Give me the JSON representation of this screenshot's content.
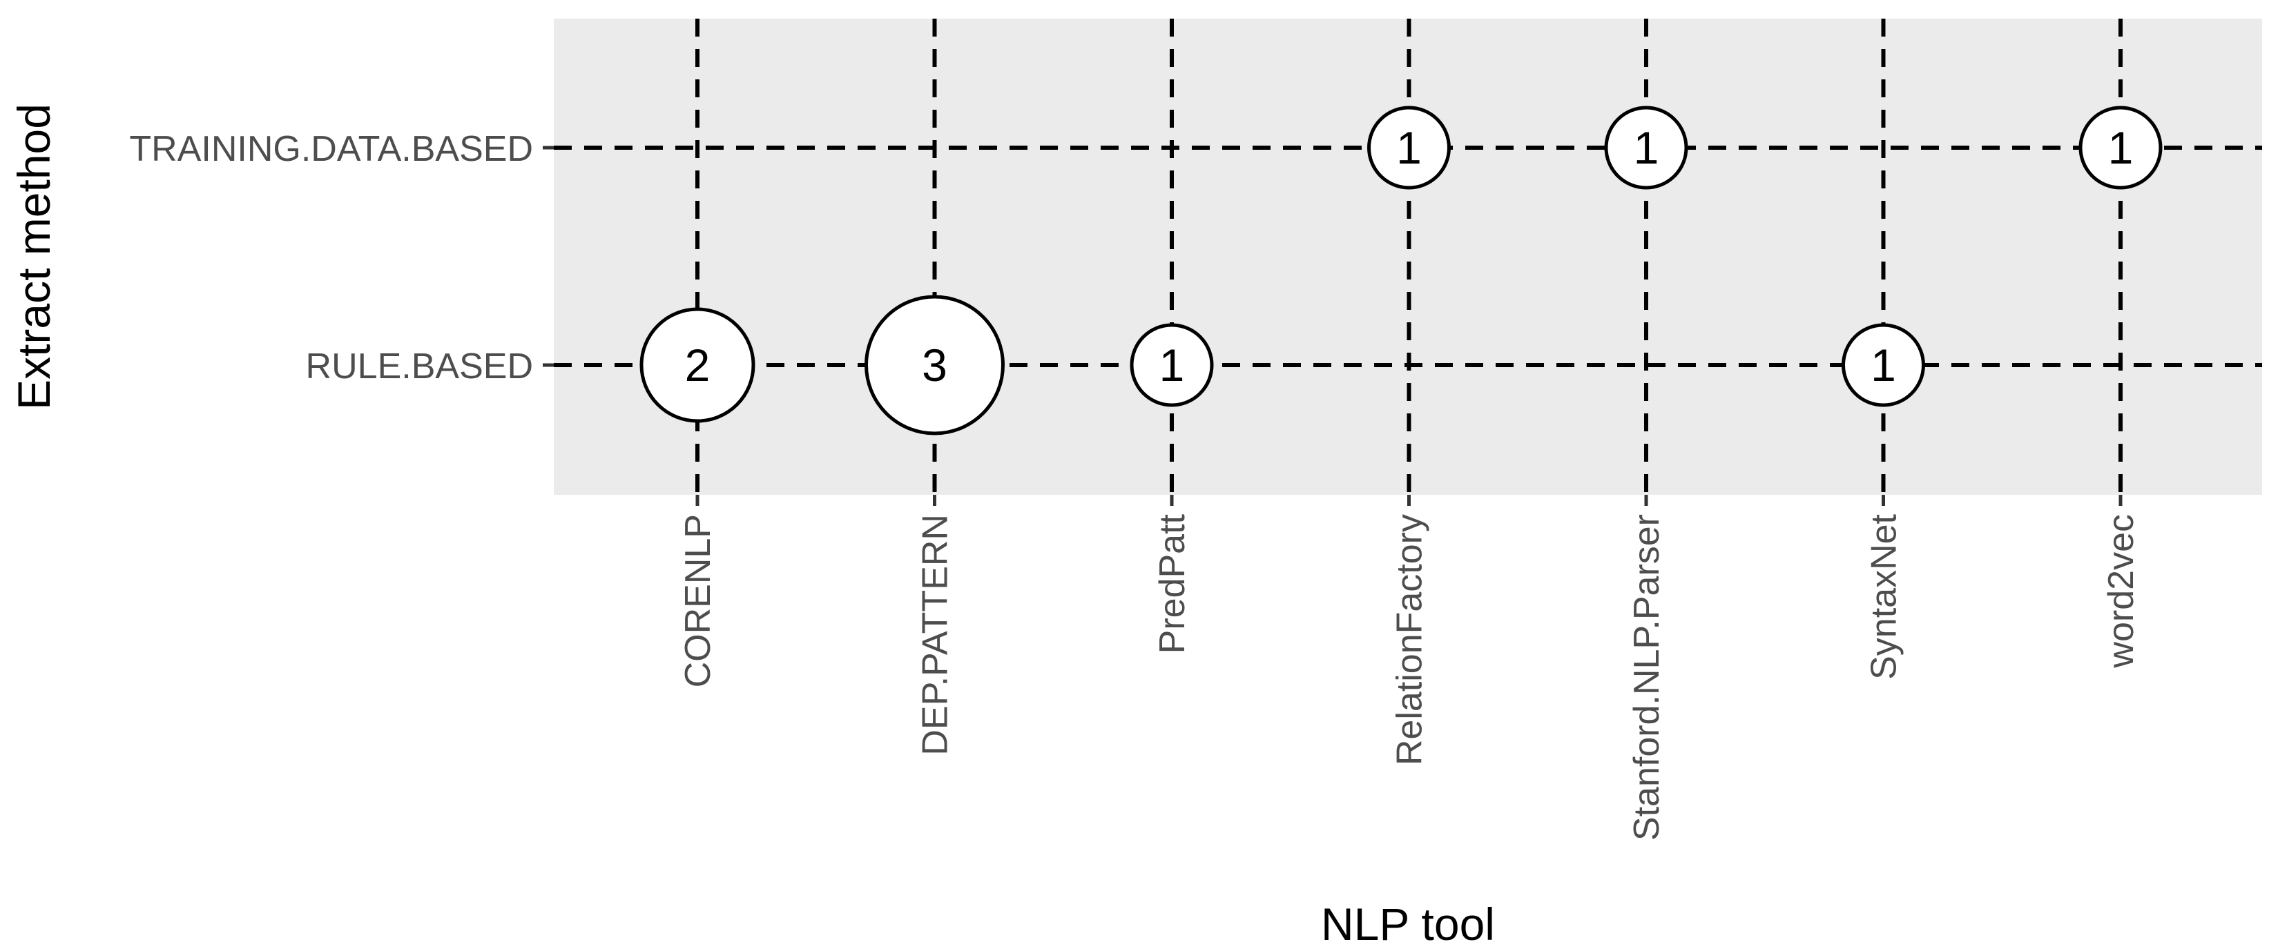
{
  "chart_data": {
    "type": "scatter",
    "xlabel": "NLP tool",
    "ylabel": "Extract method",
    "categories": [
      "CORENLP",
      "DEP.PATTERN",
      "PredPatt",
      "RelationFactory",
      "Stanford.NLP.Parser",
      "SyntaxNet",
      "word2vec"
    ],
    "y_categories": [
      "TRAINING.DATA.BASED",
      "RULE.BASED"
    ],
    "points": [
      {
        "x": "CORENLP",
        "y": "RULE.BASED",
        "value": 2
      },
      {
        "x": "DEP.PATTERN",
        "y": "RULE.BASED",
        "value": 3
      },
      {
        "x": "PredPatt",
        "y": "RULE.BASED",
        "value": 1
      },
      {
        "x": "SyntaxNet",
        "y": "RULE.BASED",
        "value": 1
      },
      {
        "x": "RelationFactory",
        "y": "TRAINING.DATA.BASED",
        "value": 1
      },
      {
        "x": "Stanford.NLP.Parser",
        "y": "TRAINING.DATA.BASED",
        "value": 1
      },
      {
        "x": "word2vec",
        "y": "TRAINING.DATA.BASED",
        "value": 1
      }
    ],
    "grid": "dashed",
    "colors": {
      "panel": "#ebebeb",
      "bubble_fill": "#ffffff",
      "bubble_stroke": "#000000",
      "grid": "#000000"
    }
  }
}
